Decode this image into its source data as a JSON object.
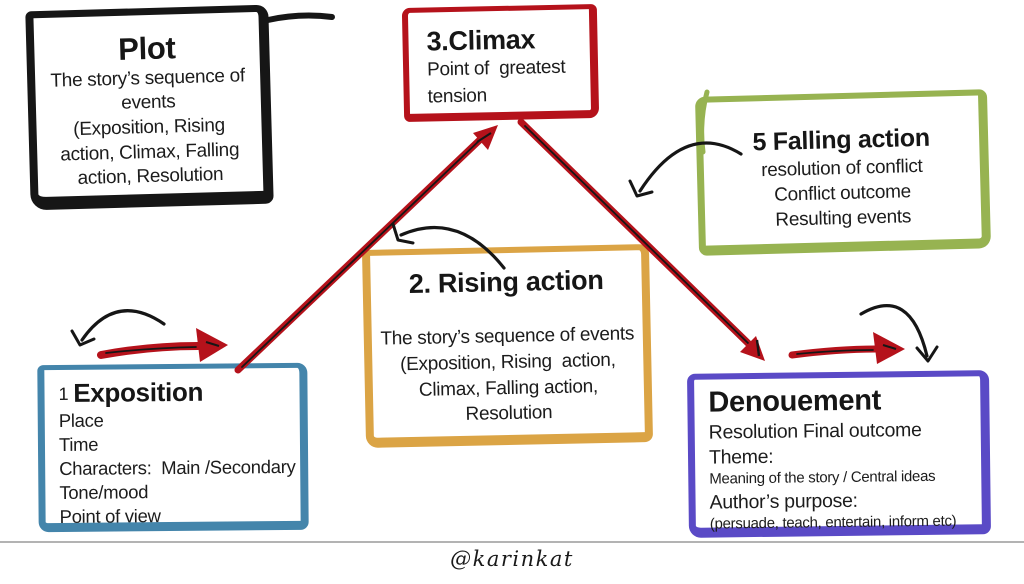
{
  "colors": {
    "black": "#161616",
    "red": "#b5121b",
    "green": "#97b351",
    "orange": "#dba445",
    "blue": "#4485ab",
    "purple": "#5a4ac6",
    "text": "#1a1a1a",
    "divider": "#b3b3b3"
  },
  "boxes": {
    "plot": {
      "title": "Plot",
      "lines": [
        "The story’s sequence of",
        "events",
        "(Exposition, Rising",
        "action, Climax, Falling",
        "action, Resolution"
      ]
    },
    "climax": {
      "title": "3.Climax",
      "lines": [
        "Point of  greatest",
        "tension"
      ]
    },
    "falling": {
      "title": "5 Falling action",
      "lines": [
        "resolution of conflict",
        "Conflict outcome",
        "Resulting events"
      ]
    },
    "rising": {
      "title": "2. Rising action",
      "lines": [
        "The story’s sequence of events",
        "(Exposition, Rising  action,",
        "Climax, Falling action,",
        "Resolution"
      ]
    },
    "exposition": {
      "number": "1",
      "title": "Exposition",
      "lines": [
        "Place",
        "Time",
        "Characters:  Main /Secondary",
        "Tone/mood",
        "Point of view"
      ]
    },
    "denouement": {
      "title": "Denouement",
      "lines": [
        "Resolution Final outcome",
        "Theme:",
        "Meaning of the story / Central ideas",
        "Author’s purpose:",
        "(persuade, teach, entertain, inform etc)"
      ]
    }
  },
  "footer": {
    "signature": "@karinkat"
  }
}
